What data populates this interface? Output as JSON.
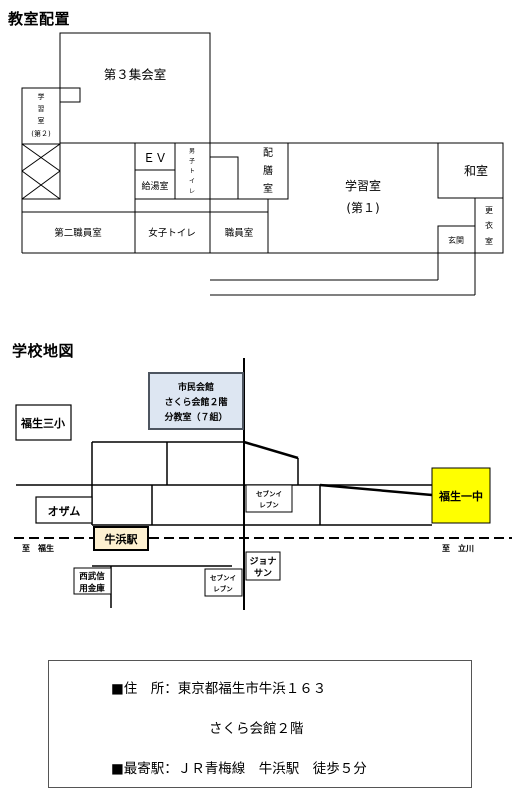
{
  "floor_plan": {
    "title": "教室配置",
    "rooms": {
      "meeting3": "第３集会室",
      "study2": [
        "学",
        "習",
        "室",
        "(第２)"
      ],
      "ev": "ＥＶ",
      "kyuto": "給湯室",
      "mens_toilet": [
        "男",
        "子",
        "ト",
        "イ",
        "レ"
      ],
      "haizen": [
        "配",
        "膳",
        "室"
      ],
      "study1": [
        "学習室",
        "(第１)"
      ],
      "washitsu": "和室",
      "koui": [
        "更",
        "衣",
        "室"
      ],
      "genkan": "玄関",
      "staff2": "第二職員室",
      "womens_toilet": "女子トイレ",
      "staff": "職員室"
    }
  },
  "map": {
    "title": "学校地図",
    "fukusei_sansho": "福生三小",
    "venue": [
      "市民会館",
      "さくら会館２階",
      "分教室（７組）"
    ],
    "ozamu": "オザム",
    "ushihama_station": "牛浜駅",
    "fukusei_ichichu": "福生一中",
    "to_fukusei": "至　福生",
    "to_tachikawa": "至　立川",
    "seven_eleven_1": [
      "セブンイ",
      "レブン"
    ],
    "jonasan": [
      "ジョナ",
      "サン"
    ],
    "seven_eleven_2": [
      "セブンイ",
      "レブン"
    ],
    "seibu_shinkin": [
      "西武信",
      "用金庫"
    ],
    "colors": {
      "venue_fill": "#dde6f2",
      "venue_border": "#4d5560",
      "station_fill": "#fdf0d0",
      "school_fill": "#ffff00"
    }
  },
  "info": {
    "address": "■住　所：東京都福生市牛浜１６３",
    "building": "さくら会館２階",
    "station": "■最寄駅：ＪＲ青梅線　牛浜駅　徒歩５分"
  }
}
